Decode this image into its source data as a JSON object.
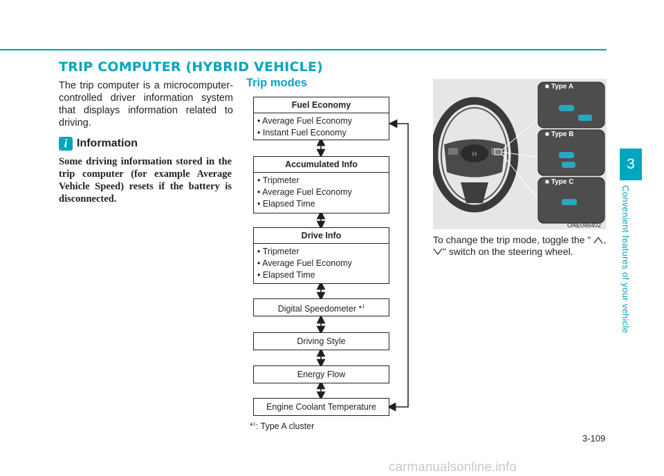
{
  "header": {
    "section_title": "TRIP COMPUTER (HYBRID VEHICLE)"
  },
  "intro": {
    "text": "The trip computer is a microcomputer-controlled driver information system that displays information related to driving."
  },
  "information": {
    "icon_glyph": "i",
    "title": "Information",
    "body": "Some driving information stored in the trip computer (for example Average Vehicle Speed) resets if the battery is disconnected."
  },
  "trip_modes": {
    "title": "Trip modes",
    "fuel_economy": {
      "title": "Fuel Economy",
      "items": [
        "• Average Fuel Economy",
        "• Instant Fuel Economy"
      ]
    },
    "accumulated_info": {
      "title": "Accumulated Info",
      "items": [
        "• Tripmeter",
        "• Average Fuel Economy",
        "• Elapsed Time"
      ]
    },
    "drive_info": {
      "title": "Drive Info",
      "items": [
        "• Tripmeter",
        "• Average Fuel Economy",
        "• Elapsed Time"
      ]
    },
    "digital_speedometer": {
      "label": "Digital Speedometer *",
      "superscript": "1"
    },
    "driving_style": "Driving Style",
    "energy_flow": "Energy Flow",
    "engine_coolant": "Engine Coolant Temperature",
    "footnote_mark": "*",
    "footnote_sup": "1",
    "footnote_text": ": Type A cluster"
  },
  "figure": {
    "type_a": "Type A",
    "type_b": "Type B",
    "type_c": "Type C",
    "code": "OAE046402"
  },
  "change_mode": {
    "prefix": "To change the trip mode, toggle the \"",
    "separator": ",",
    "suffix": "\" switch on the steering wheel."
  },
  "sidebar": {
    "chapter_number": "3",
    "chapter_title": "Convenient features of your vehicle"
  },
  "footer": {
    "page_number": "3-109",
    "watermark": "carmanualsonline.info"
  },
  "colors": {
    "accent": "#00a6c0",
    "text": "#231f20"
  }
}
